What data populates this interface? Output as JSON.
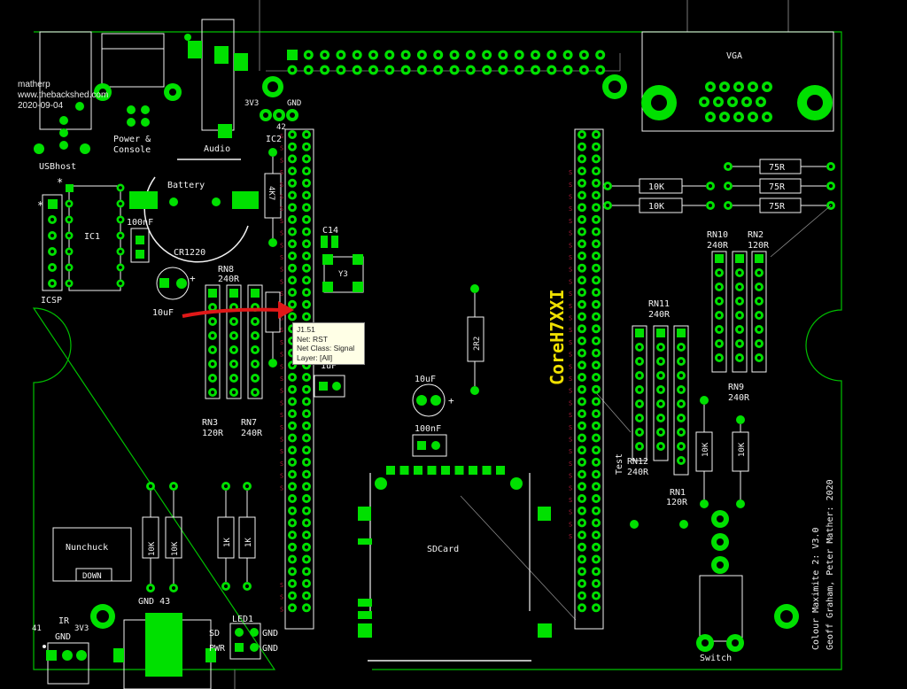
{
  "watermark": {
    "user": "matherp",
    "site": "www.thebackshed.com",
    "date": "2020-09-04"
  },
  "labels": {
    "vga": "VGA",
    "power": "Power &",
    "console": "Console",
    "usbhost": "USBhost",
    "audio": "Audio",
    "p3v3": "3V3",
    "gnd": "GND",
    "n42": "42",
    "ic2": "IC2",
    "battery": "Battery",
    "cr1220": "CR1220",
    "c100nf_a": "100nF",
    "ic1": "IC1",
    "icsp": "ICSP",
    "c10uf_a": "10uF",
    "rn8": "RN8",
    "r240_rn8": "240R",
    "rn3": "RN3",
    "r120_rn3": "120R",
    "rn7": "RN7",
    "r240_rn7": "240R",
    "c14": "C14",
    "y3": "Y3",
    "c1uf": "1uF",
    "r4k7": "4K7",
    "r2r2": "2R2",
    "c10uf_b": "10uF",
    "c100nf_b": "100nF",
    "core": "CoreH7XXI",
    "r10k_a": "10K",
    "r10k_b": "10K",
    "r75_a": "75R",
    "r75_b": "75R",
    "r75_c": "75R",
    "rn10": "RN10",
    "rn2": "RN2",
    "r240_rn10": "240R",
    "r120_rn2": "120R",
    "rn11": "RN11",
    "r240_rn11": "240R",
    "rn9": "RN9",
    "r240_rn9": "240R",
    "test": "Test",
    "rn12": "RN12",
    "r240_rn12": "240R",
    "rn1": "RN1",
    "r120_rn1": "120R",
    "r10k_c": "10K",
    "r10k_d": "10K",
    "sdcard": "SDCard",
    "nunchuck": "Nunchuck",
    "down": "DOWN",
    "r10k_e": "10K",
    "r10k_f": "10K",
    "r1k_a": "1K",
    "r1k_b": "1K",
    "gnd43": "GND 43",
    "ir": "IR",
    "ir41": "41",
    "ir3v3": "3V3",
    "irgnd": "GND",
    "led1": "LED1",
    "sd": "SD",
    "pwr": "PWR",
    "led_gnd1": "GND",
    "led_gnd2": "GND",
    "switch": "Switch",
    "credit1": "Colour Maximite 2: V3.0",
    "credit2": "Geoff Graham, Peter Mather: 2020",
    "star1": "*",
    "star2": "*"
  },
  "tooltip": {
    "line1": "J1.51",
    "line2": "Net: RST",
    "line3": "Net Class: Signal",
    "line4": "Layer: [All]"
  },
  "colors": {
    "pad": "#00e000",
    "board_edge": "#00c000",
    "silk": "#f2f2f2",
    "pin_label": "#b0183a",
    "arrow": "#e01818",
    "core_label": "#f0e000"
  }
}
